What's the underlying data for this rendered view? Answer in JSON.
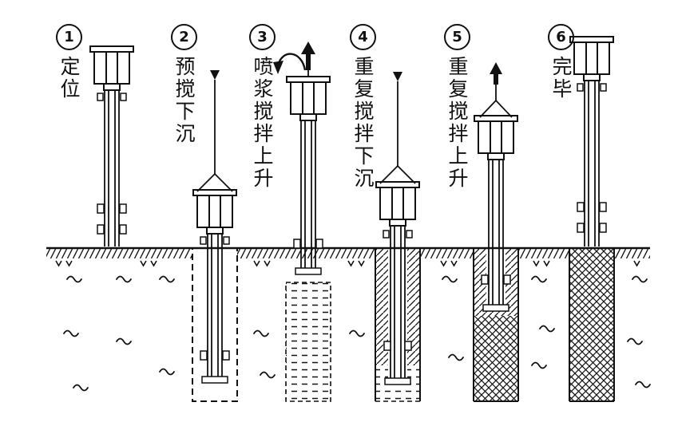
{
  "steps": [
    {
      "number": "1",
      "label": "定位"
    },
    {
      "number": "2",
      "label": "预搅下沉"
    },
    {
      "number": "3",
      "label": "喷浆搅拌上升"
    },
    {
      "number": "4",
      "label": "重复搅拌下沉"
    },
    {
      "number": "5",
      "label": "重复搅拌上升"
    },
    {
      "number": "6",
      "label": "完毕"
    }
  ],
  "colors": {
    "ink": "#111111",
    "background": "#ffffff"
  }
}
